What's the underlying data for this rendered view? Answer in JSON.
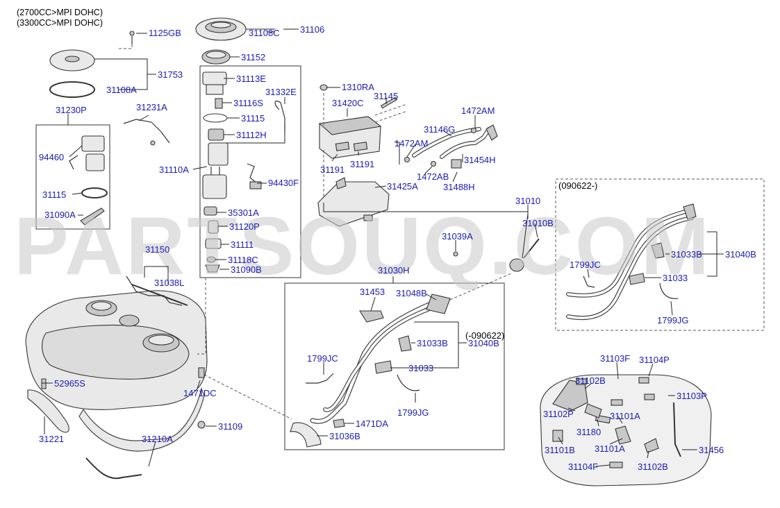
{
  "header": {
    "variant_1": "(2700CC>MPI DOHC)",
    "variant_2": "(3300CC>MPI DOHC)"
  },
  "watermark": "PARTSOUQ.COM",
  "group_labels": {
    "left_group": "(090622-)",
    "right_group": "(-090622)"
  },
  "part_numbers": {
    "p1125GB": "1125GB",
    "p31108C": "31108C",
    "p31106": "31106",
    "p31753": "31753",
    "p31108A": "31108A",
    "p31152": "31152",
    "p31113E": "31113E",
    "p31332E": "31332E",
    "p31116S": "31116S",
    "p31115a": "31115",
    "p31112H": "31112H",
    "p31230P": "31230P",
    "p31231A": "31231A",
    "p94460": "94460",
    "p31115b": "31115",
    "p31090A": "31090A",
    "p31110A": "31110A",
    "p94430F": "94430F",
    "p35301A": "35301A",
    "p31120P": "31120P",
    "p31111": "31111",
    "p31118C": "31118C",
    "p31090B": "31090B",
    "p31150": "31150",
    "p31038L": "31038L",
    "p1310RA": "1310RA",
    "p31145": "31145",
    "p31420C": "31420C",
    "p1472AMa": "1472AM",
    "p31146G": "31146G",
    "p1472AMb": "1472AM",
    "p31191a": "31191",
    "p31191b": "31191",
    "p31454H": "31454H",
    "p1472AB": "1472AB",
    "p31488H": "31488H",
    "p31425A": "31425A",
    "p31010": "31010",
    "p31010B": "31010B",
    "p31039A": "31039A",
    "p31030H": "31030H",
    "p31453": "31453",
    "p31048B": "31048B",
    "p31033Ba": "31033B",
    "p31040Ba": "31040B",
    "p1799JCa": "1799JC",
    "p31033a": "31033",
    "p1799JGa": "1799JG",
    "p1471DA": "1471DA",
    "p31036B": "31036B",
    "p52965S": "52965S",
    "p1471DC": "1471DC",
    "p31221": "31221",
    "p31109": "31109",
    "p31210A": "31210A",
    "p1799JCb": "1799JC",
    "p31033Bb": "31033B",
    "p31040Bb": "31040B",
    "p31033b": "31033",
    "p1799JGb": "1799JG",
    "p31103F": "31103F",
    "p31104P": "31104P",
    "p31102Ba": "31102B",
    "p31103P": "31103P",
    "p31102P": "31102P",
    "p31101Aa": "31101A",
    "p31180": "31180",
    "p31101B": "31101B",
    "p31101Ab": "31101A",
    "p31456": "31456",
    "p31104F": "31104F",
    "p31102Bb": "31102B"
  }
}
